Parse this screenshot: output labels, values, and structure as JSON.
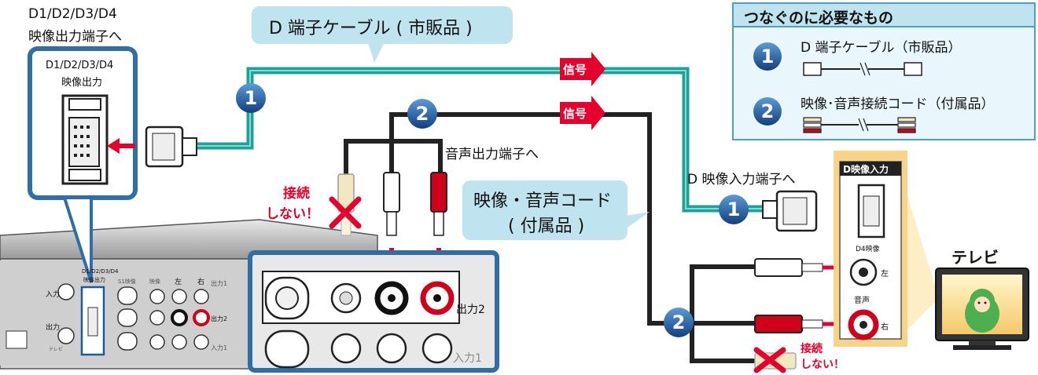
{
  "callouts": {
    "d_cable": "D 端子ケーブル ( 市販品 )",
    "av_cord_line1": "映像・音声コード",
    "av_cord_line2": "( 付属品 )"
  },
  "labels": {
    "recorder_port_line1": "D1/D2/D3/D4",
    "recorder_port_line2": "映像出力端子へ",
    "inset_port_line1": "D1/D2/D3/D4",
    "inset_port_line2": "映像出力",
    "audio_out_to": "音声出力端子へ",
    "d_in_to": "D 映像入力端子へ",
    "signal": "信号",
    "do_not_connect_line1": "接続",
    "do_not_connect_line2": "しない！",
    "step1": "1",
    "step2": "2",
    "output2": "出力2",
    "input1": "入力1"
  },
  "needed": {
    "title": "つなぐのに必要なもの",
    "items": [
      {
        "num": "1",
        "text": "D 端子ケーブル（市販品）"
      },
      {
        "num": "2",
        "text": "映像･音声接続コード（付属品）"
      }
    ]
  },
  "tv_panel": {
    "header": "D映像入力",
    "d4_label": "D4映像",
    "audio_label": "音声",
    "left": "左",
    "right": "右"
  },
  "recorder_small": {
    "d_label_1": "D1/D2/D3/D4",
    "d_label_2": "映像出力",
    "left": "左",
    "right": "右",
    "input": "入力",
    "output": "出力",
    "output1": "出力1",
    "output2": "出力2",
    "input1": "入力1",
    "s_video": "S1映像",
    "video": "映像",
    "tv": "テレビ"
  },
  "tv": {
    "label": "テレビ"
  },
  "colors": {
    "callout_bg": "#bfe4ef",
    "teal_cable": "#1aa39a",
    "signal_red": "#e5002d",
    "blue_frame": "#2f6fa6",
    "step_blue": "#1f5fa8",
    "tv_panel_bg": "#f7d489",
    "needed_bg": "#e9f6fb"
  }
}
